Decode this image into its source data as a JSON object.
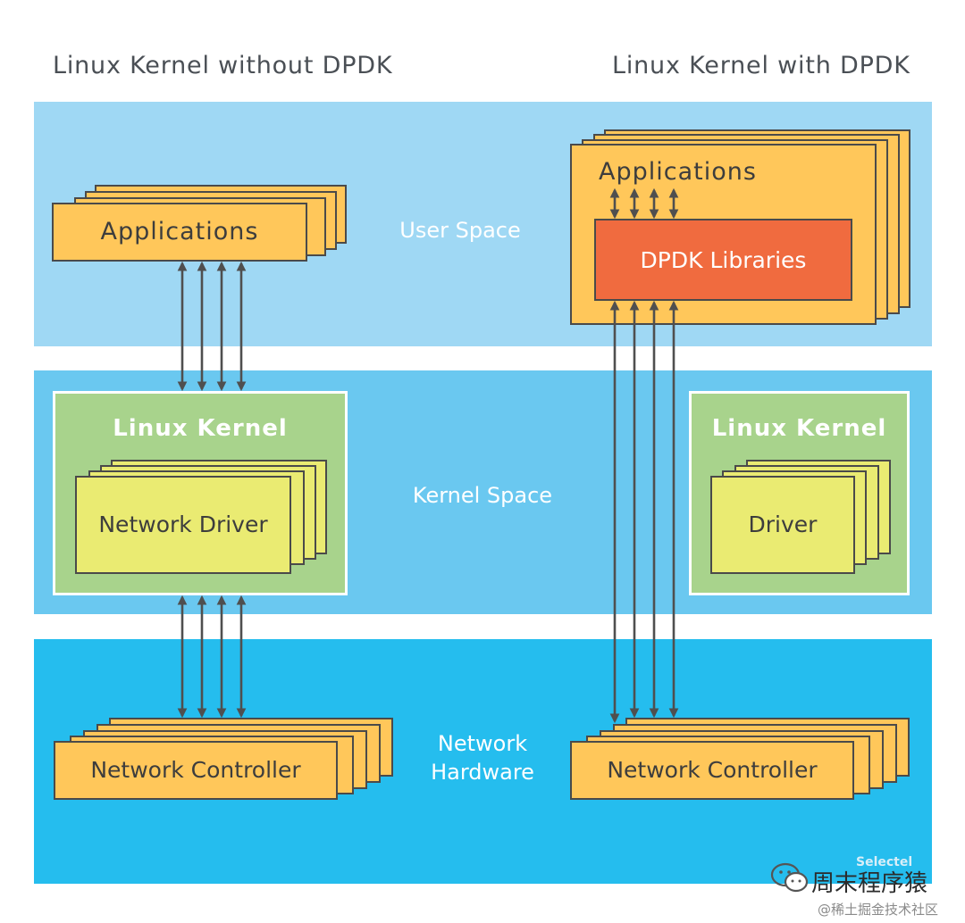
{
  "titles": {
    "left": "Linux Kernel without DPDK",
    "right": "Linux Kernel with DPDK"
  },
  "bands": {
    "user_space": "User Space",
    "kernel_space": "Kernel Space",
    "network_hardware_line1": "Network",
    "network_hardware_line2": "Hardware"
  },
  "left": {
    "applications": "Applications",
    "linux_kernel": "Linux Kernel",
    "network_driver": "Network Driver",
    "network_controller": "Network Controller"
  },
  "right": {
    "applications": "Applications",
    "dpdk_libraries": "DPDK Libraries",
    "linux_kernel": "Linux Kernel",
    "driver": "Driver",
    "network_controller": "Network Controller"
  },
  "watermark": {
    "brand": "Selectel",
    "wechat_name": "周末程序猿",
    "community": "@稀土掘金技术社区"
  },
  "colors": {
    "user_space_band": "#9fd8f4",
    "kernel_space_band": "#6ac8f0",
    "hardware_band": "#25bdee",
    "application_card": "#ffc75a",
    "driver_card": "#eaeb72",
    "kernel_box": "#a8d38c",
    "dpdk_libraries": "#f06b3f",
    "arrow": "#4f4f4f"
  }
}
